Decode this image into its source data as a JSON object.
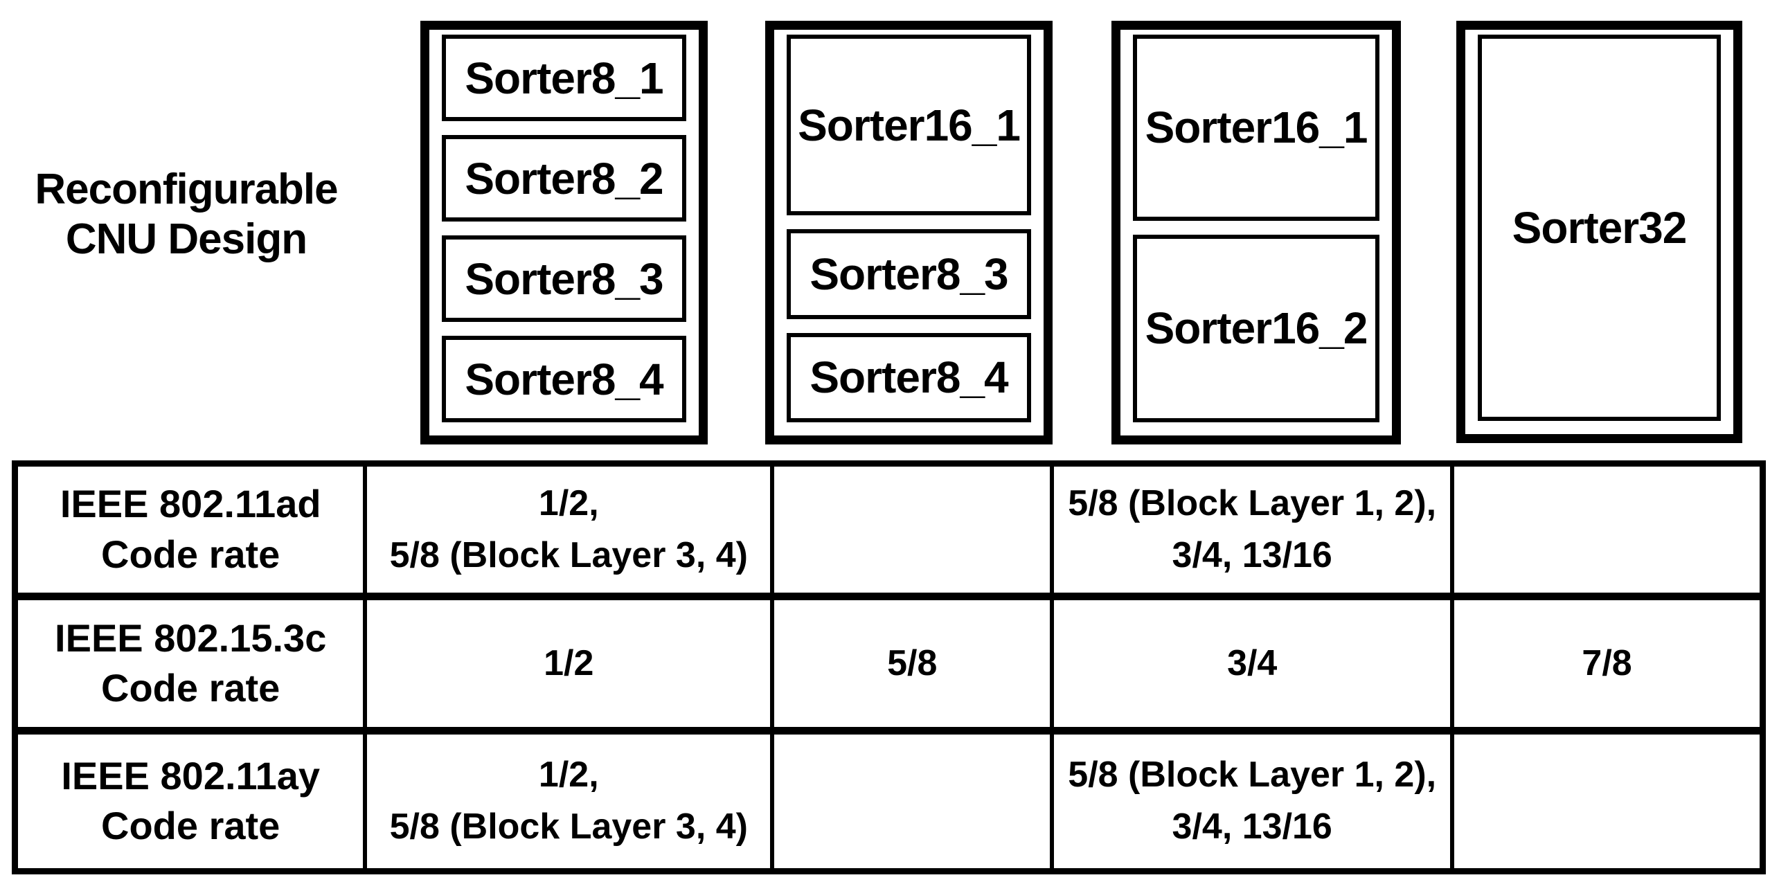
{
  "diagram": {
    "row_label": "Reconfigurable\nCNU Design",
    "configs": [
      {
        "blocks": [
          {
            "label": "Sorter8_1"
          },
          {
            "label": "Sorter8_2"
          },
          {
            "label": "Sorter8_3"
          },
          {
            "label": "Sorter8_4"
          }
        ]
      },
      {
        "blocks": [
          {
            "label": "Sorter16_1"
          },
          {
            "label": "Sorter8_3"
          },
          {
            "label": "Sorter8_4"
          }
        ]
      },
      {
        "blocks": [
          {
            "label": "Sorter16_1"
          },
          {
            "label": "Sorter16_2"
          }
        ]
      },
      {
        "blocks": [
          {
            "label": "Sorter32"
          }
        ]
      }
    ]
  },
  "table": {
    "rows": [
      {
        "header": "IEEE 802.11ad\nCode rate",
        "cells": [
          "1/2,\n5/8 (Block Layer 3, 4)",
          "",
          "5/8 (Block Layer 1, 2),\n3/4, 13/16",
          ""
        ]
      },
      {
        "header": "IEEE 802.15.3c\nCode rate",
        "cells": [
          "1/2",
          "5/8",
          "3/4",
          "7/8"
        ]
      },
      {
        "header": "IEEE 802.11ay\nCode rate",
        "cells": [
          "1/2,\n5/8 (Block Layer 3, 4)",
          "",
          "5/8 (Block Layer 1, 2),\n3/4, 13/16",
          ""
        ]
      }
    ]
  },
  "colors": {
    "ink": "#000000",
    "background": "#ffffff"
  }
}
